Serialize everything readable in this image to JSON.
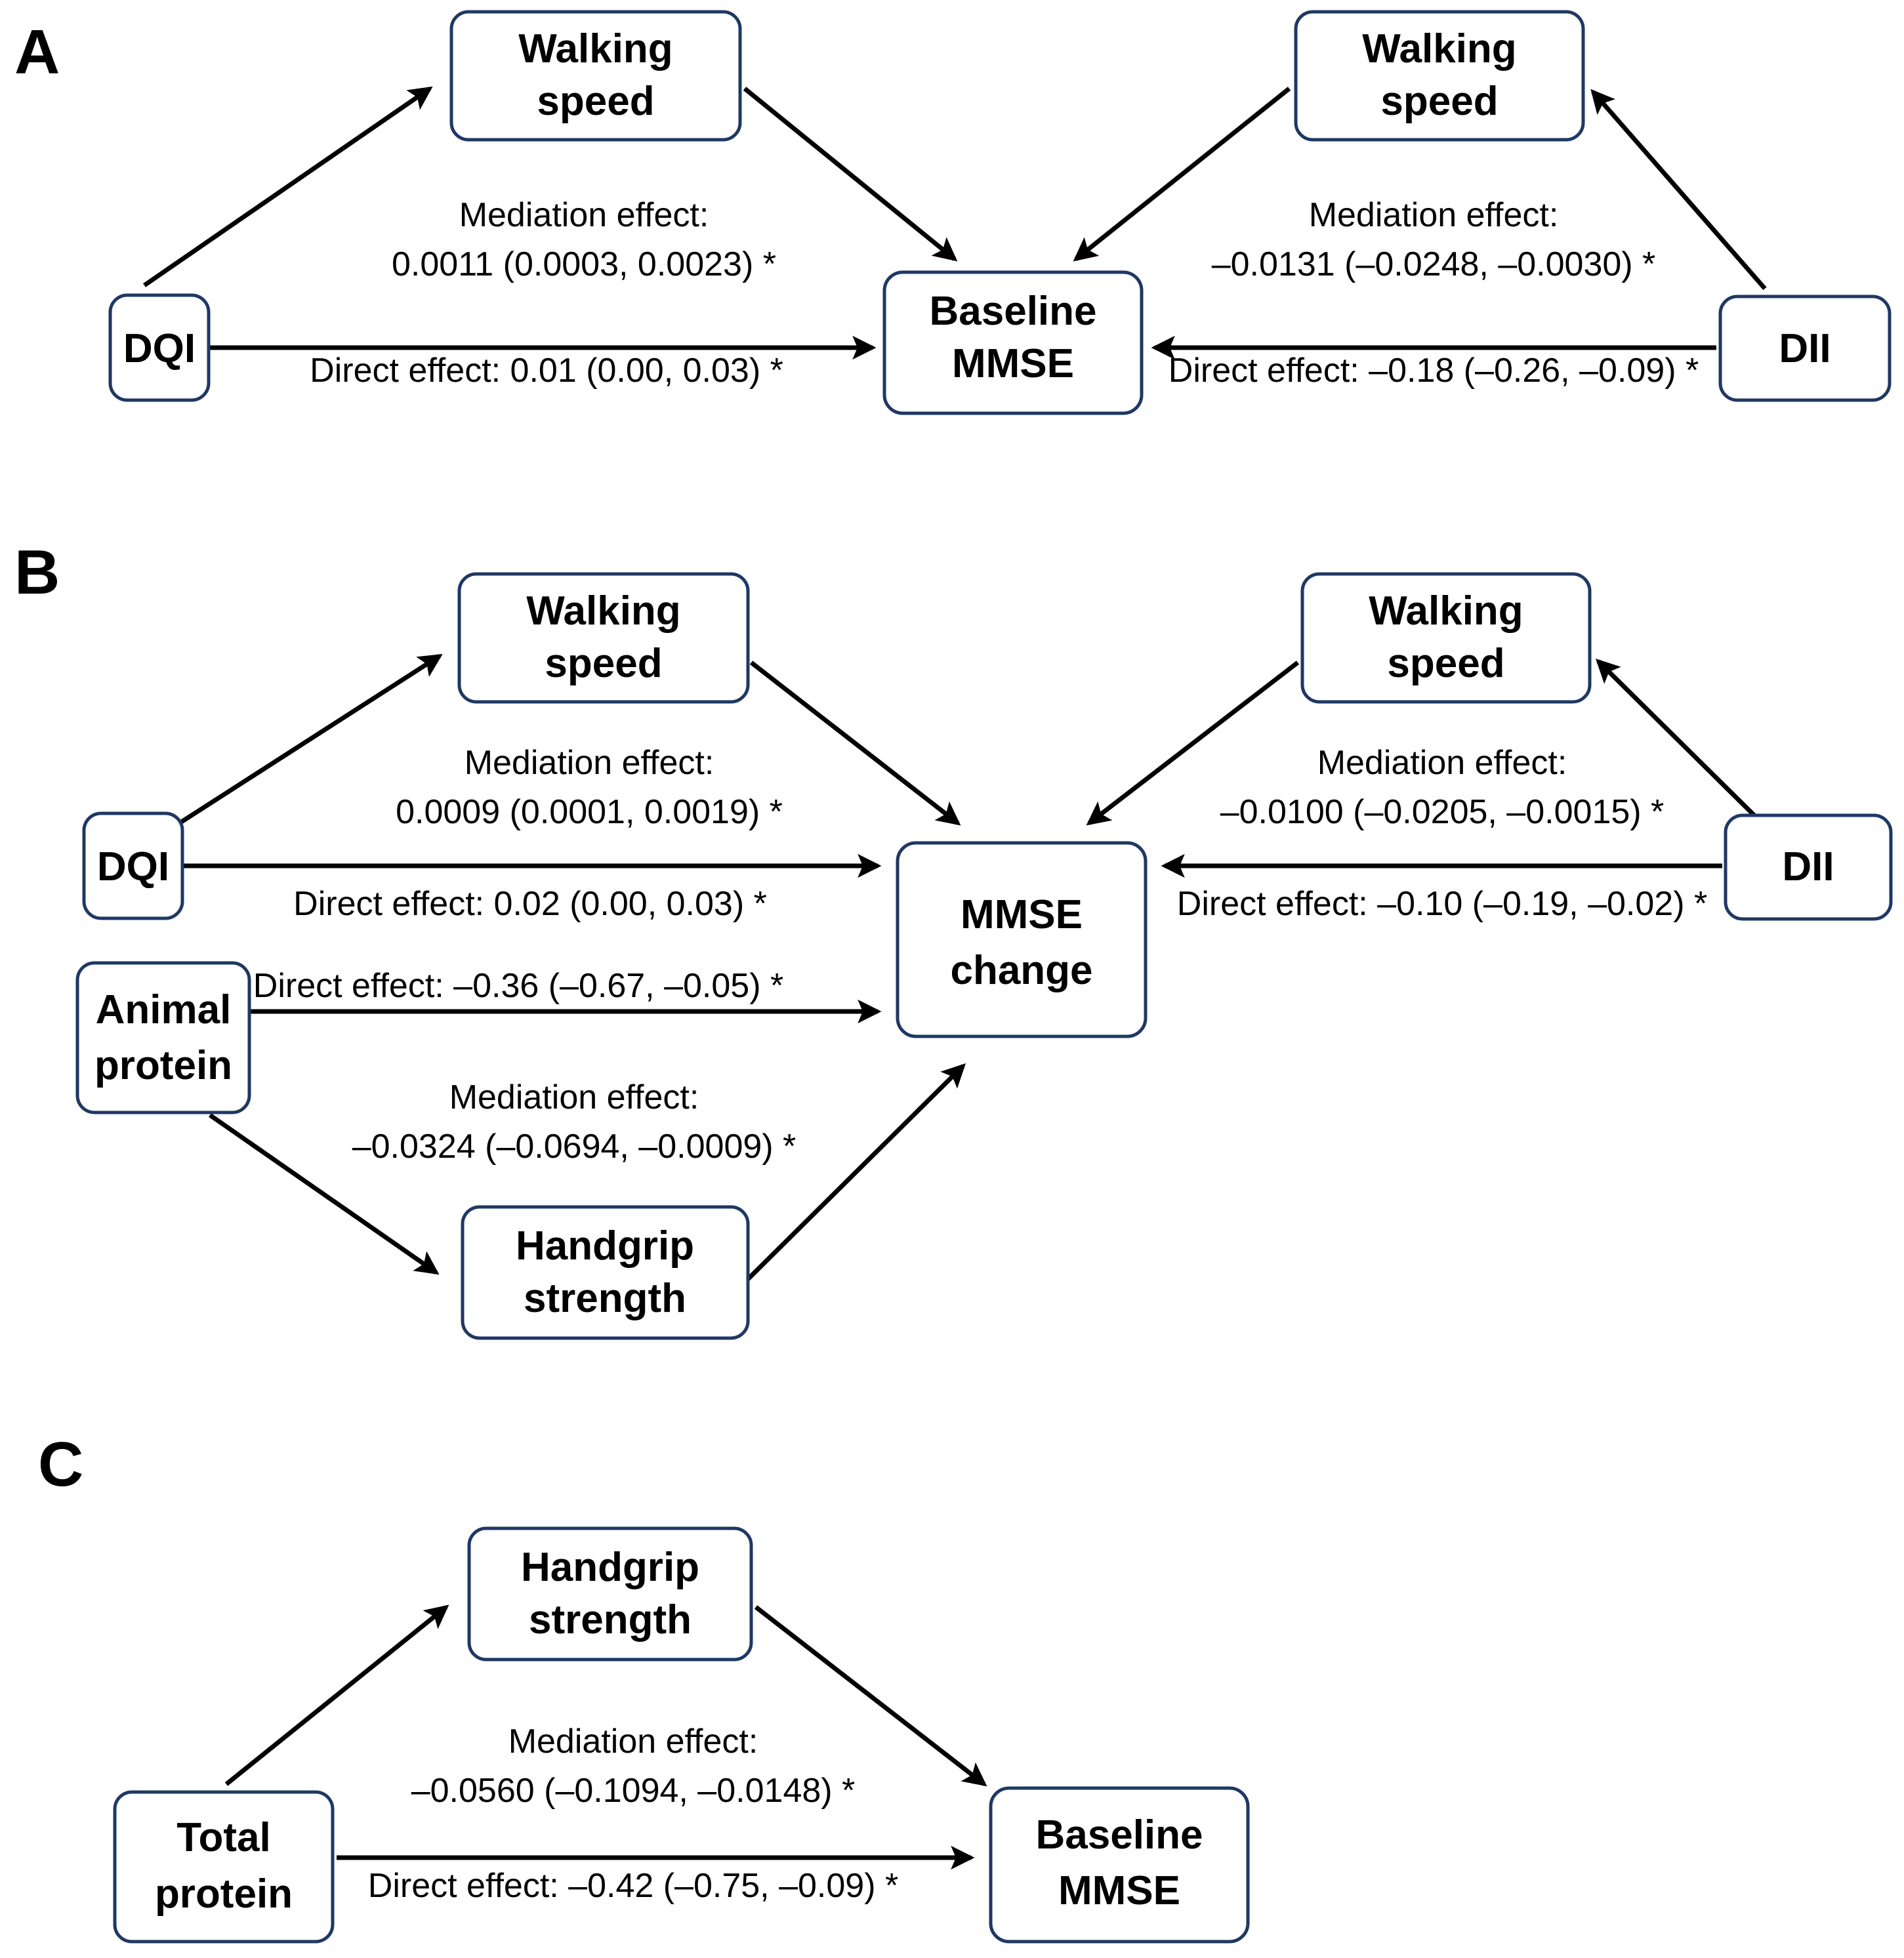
{
  "figure": {
    "type": "mediation-path-diagram",
    "accent_color": "#1F3864",
    "line_color": "#000000",
    "background": "#ffffff",
    "significance_marker": "*"
  },
  "panels": [
    {
      "letter": "A",
      "outcome": "Baseline MMSE",
      "nodes": {
        "left_exposure": "DQI",
        "left_mediator_l1": "Walking",
        "left_mediator_l2": "speed",
        "outcome_l1": "Baseline",
        "outcome_l2": "MMSE",
        "right_mediator_l1": "Walking",
        "right_mediator_l2": "speed",
        "right_exposure": "DII"
      },
      "labels": {
        "left_mediation_l1": "Mediation effect:",
        "left_mediation_l2": "0.0011 (0.0003, 0.0023) *",
        "left_direct": "Direct effect: 0.01 (0.00, 0.03) *",
        "right_mediation_l1": "Mediation effect:",
        "right_mediation_l2": "–0.0131 (–0.0248, –0.0030) *",
        "right_direct": "Direct effect: –0.18 (–0.26, –0.09) *"
      }
    },
    {
      "letter": "B",
      "outcome": "MMSE change",
      "nodes": {
        "left_exposure": "DQI",
        "left_mediator_l1": "Walking",
        "left_mediator_l2": "speed",
        "outcome_l1": "MMSE",
        "outcome_l2": "change",
        "right_mediator_l1": "Walking",
        "right_mediator_l2": "speed",
        "right_exposure": "DII",
        "lower_exposure_l1": "Animal",
        "lower_exposure_l2": "protein",
        "lower_mediator_l1": "Handgrip",
        "lower_mediator_l2": "strength"
      },
      "labels": {
        "left_mediation_l1": "Mediation effect:",
        "left_mediation_l2": "0.0009 (0.0001, 0.0019) *",
        "left_direct": "Direct effect: 0.02 (0.00, 0.03) *",
        "right_mediation_l1": "Mediation effect:",
        "right_mediation_l2": "–0.0100 (–0.0205, –0.0015) *",
        "right_direct": "Direct effect: –0.10 (–0.19, –0.02) *",
        "lower_direct": "Direct effect: –0.36 (–0.67, –0.05) *",
        "lower_mediation_l1": "Mediation effect:",
        "lower_mediation_l2": "–0.0324 (–0.0694, –0.0009) *"
      }
    },
    {
      "letter": "C",
      "outcome": "Baseline MMSE",
      "nodes": {
        "exposure_l1": "Total",
        "exposure_l2": "protein",
        "mediator_l1": "Handgrip",
        "mediator_l2": "strength",
        "outcome_l1": "Baseline",
        "outcome_l2": "MMSE"
      },
      "labels": {
        "mediation_l1": "Mediation effect:",
        "mediation_l2": "–0.0560 (–0.1094, –0.0148) *",
        "direct": "Direct effect: –0.42 (–0.75, –0.09) *"
      }
    }
  ],
  "chart_data": {
    "type": "diagram",
    "title": "Mediation analyses of diet quality and protein intake with cognitive function",
    "models": [
      {
        "panel": "A",
        "outcome": "Baseline MMSE",
        "paths": [
          {
            "exposure": "DQI",
            "mediator": "Walking speed",
            "effect_type": "mediation",
            "estimate": 0.0011,
            "ci_low": 0.0003,
            "ci_high": 0.0023,
            "significant": true
          },
          {
            "exposure": "DQI",
            "mediator": null,
            "effect_type": "direct",
            "estimate": 0.01,
            "ci_low": 0.0,
            "ci_high": 0.03,
            "significant": true
          },
          {
            "exposure": "DII",
            "mediator": "Walking speed",
            "effect_type": "mediation",
            "estimate": -0.0131,
            "ci_low": -0.0248,
            "ci_high": -0.003,
            "significant": true
          },
          {
            "exposure": "DII",
            "mediator": null,
            "effect_type": "direct",
            "estimate": -0.18,
            "ci_low": -0.26,
            "ci_high": -0.09,
            "significant": true
          }
        ]
      },
      {
        "panel": "B",
        "outcome": "MMSE change",
        "paths": [
          {
            "exposure": "DQI",
            "mediator": "Walking speed",
            "effect_type": "mediation",
            "estimate": 0.0009,
            "ci_low": 0.0001,
            "ci_high": 0.0019,
            "significant": true
          },
          {
            "exposure": "DQI",
            "mediator": null,
            "effect_type": "direct",
            "estimate": 0.02,
            "ci_low": 0.0,
            "ci_high": 0.03,
            "significant": true
          },
          {
            "exposure": "DII",
            "mediator": "Walking speed",
            "effect_type": "mediation",
            "estimate": -0.01,
            "ci_low": -0.0205,
            "ci_high": -0.0015,
            "significant": true
          },
          {
            "exposure": "DII",
            "mediator": null,
            "effect_type": "direct",
            "estimate": -0.1,
            "ci_low": -0.19,
            "ci_high": -0.02,
            "significant": true
          },
          {
            "exposure": "Animal protein",
            "mediator": null,
            "effect_type": "direct",
            "estimate": -0.36,
            "ci_low": -0.67,
            "ci_high": -0.05,
            "significant": true
          },
          {
            "exposure": "Animal protein",
            "mediator": "Handgrip strength",
            "effect_type": "mediation",
            "estimate": -0.0324,
            "ci_low": -0.0694,
            "ci_high": -0.0009,
            "significant": true
          }
        ]
      },
      {
        "panel": "C",
        "outcome": "Baseline MMSE",
        "paths": [
          {
            "exposure": "Total protein",
            "mediator": "Handgrip strength",
            "effect_type": "mediation",
            "estimate": -0.056,
            "ci_low": -0.1094,
            "ci_high": -0.0148,
            "significant": true
          },
          {
            "exposure": "Total protein",
            "mediator": null,
            "effect_type": "direct",
            "estimate": -0.42,
            "ci_low": -0.75,
            "ci_high": -0.09,
            "significant": true
          }
        ]
      }
    ]
  }
}
